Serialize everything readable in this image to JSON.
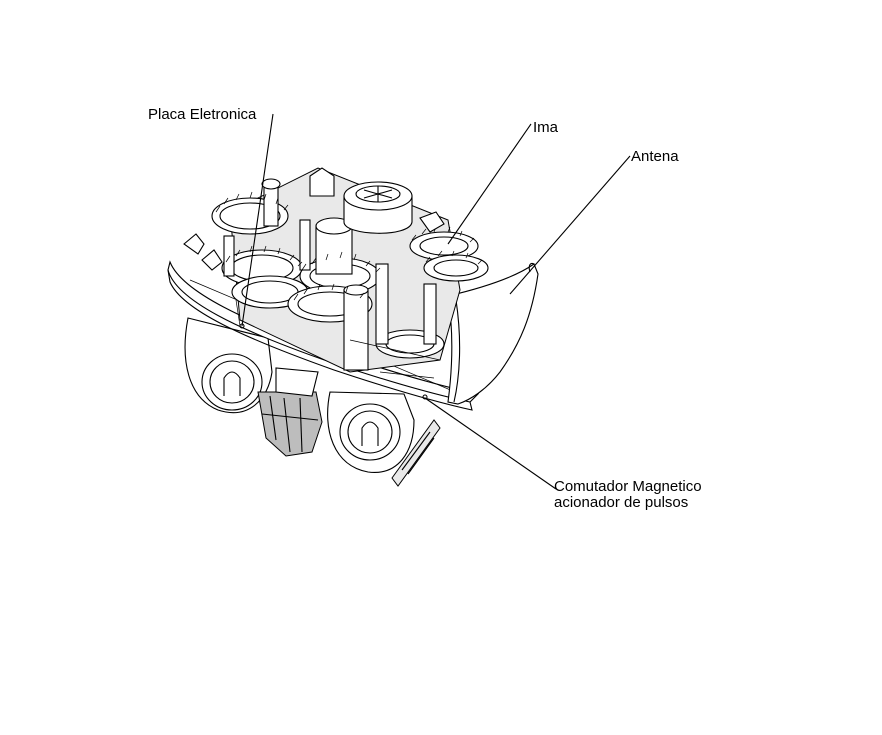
{
  "diagram": {
    "callouts": [
      {
        "id": "placa",
        "text": "Placa Eletronica"
      },
      {
        "id": "ima",
        "text": "Ima"
      },
      {
        "id": "antena",
        "text": "Antena"
      },
      {
        "id": "comutador",
        "line1": "Comutador Magnetico",
        "line2": "acionador de pulsos"
      }
    ],
    "colors": {
      "line": "#000000",
      "background": "#ffffff"
    }
  }
}
